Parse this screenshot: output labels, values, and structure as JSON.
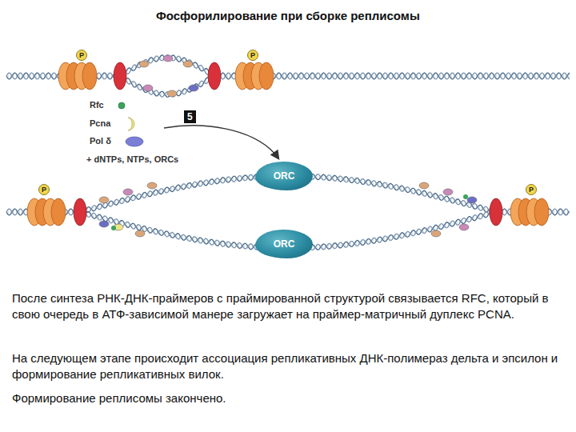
{
  "diagram": {
    "title": "Фосфорилирование при сборке реплисомы",
    "nodes": [
      {
        "text": [
          "P"
        ]
      },
      {
        "text": [
          "P"
        ]
      },
      {
        "text": [
          "5"
        ]
      },
      {
        "text": [
          "ORC"
        ]
      },
      {
        "text": [
          "ORC"
        ]
      },
      {
        "text": [
          "P"
        ]
      },
      {
        "text": [
          "P"
        ]
      }
    ],
    "labels": [
      "Rfc",
      "Pcna",
      "Pol δ",
      "+ dNTPs, NTPs, ORCs",
      "После синтеза РНК-ДНК-праймеров с праймированной структурой связывается RFC, который в свою очередь в АТФ-зависимой манере загружает на праймер-матричный дуплекс PCNA.",
      "На следующем этапе происходит ассоциация репликативных ДНК-полимераз дельта и эпсилон и формирование репликативных вилок.",
      "Формирование реплисомы закончено."
    ]
  }
}
